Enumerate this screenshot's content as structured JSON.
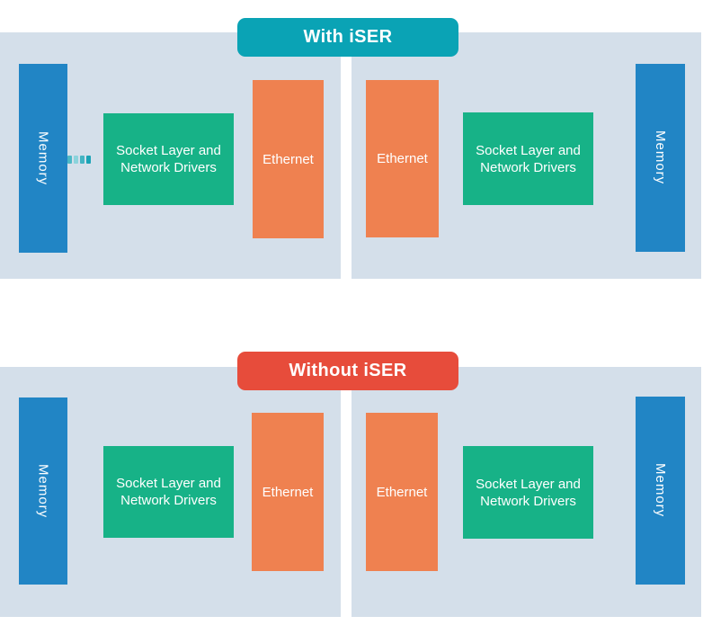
{
  "sections": {
    "with_iser": {
      "banner": "With iSER"
    },
    "without_iser": {
      "banner": "Without iSER"
    }
  },
  "blocks": {
    "memory": "Memory",
    "ethernet": "Ethernet",
    "socket_line1": "Socket Layer and",
    "socket_line2": "Network Drivers"
  },
  "colors": {
    "with_iser_banner": "#0aa3b5",
    "without_iser_banner": "#e74c3b",
    "memory_block": "#2185c5",
    "socket_block": "#17b287",
    "ethernet_block": "#ef8150",
    "panel_background": "#d4dfea",
    "label_text": "#ffffff",
    "connector_dashes": [
      "#4cb9c7",
      "#8bd3dc",
      "#43b4c3",
      "#1aa3b6"
    ]
  }
}
